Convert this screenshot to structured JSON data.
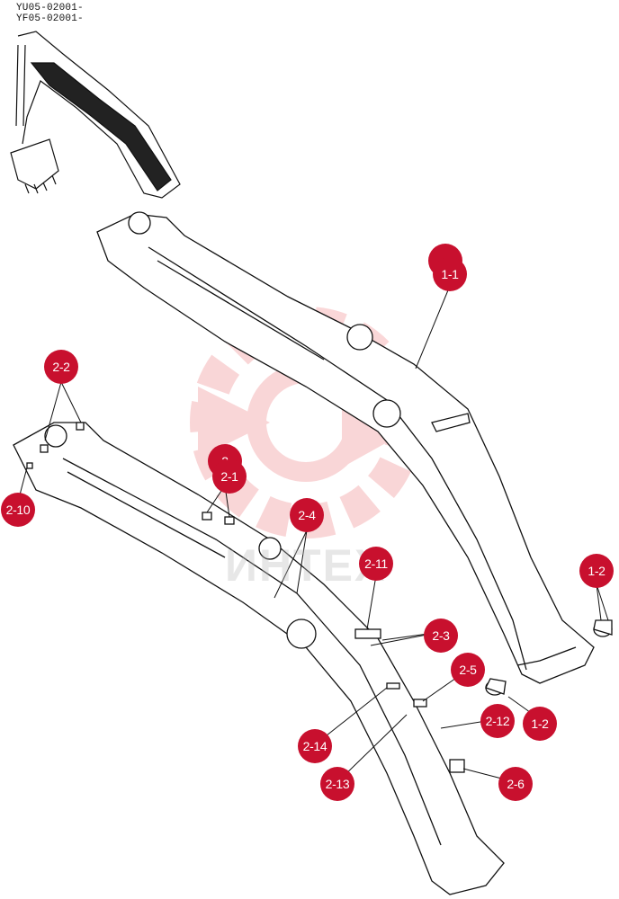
{
  "serials": [
    "YU05-02001-",
    "YF05-02001-"
  ],
  "watermark_text": "ИНТЕХ",
  "colors": {
    "callout": "#c8102e",
    "line": "#111111",
    "watermark": "#e8474c"
  },
  "callouts": {
    "c_1_1": "1-1",
    "c_1_2a": "1-2",
    "c_1_2b": "1-2",
    "c_2": "2",
    "c_2_1": "2-1",
    "c_2_2": "2-2",
    "c_2_3": "2-3",
    "c_2_4": "2-4",
    "c_2_5": "2-5",
    "c_2_6": "2-6",
    "c_2_10": "2-10",
    "c_2_11": "2-11",
    "c_2_12": "2-12",
    "c_2_13": "2-13",
    "c_2_14": "2-14"
  }
}
